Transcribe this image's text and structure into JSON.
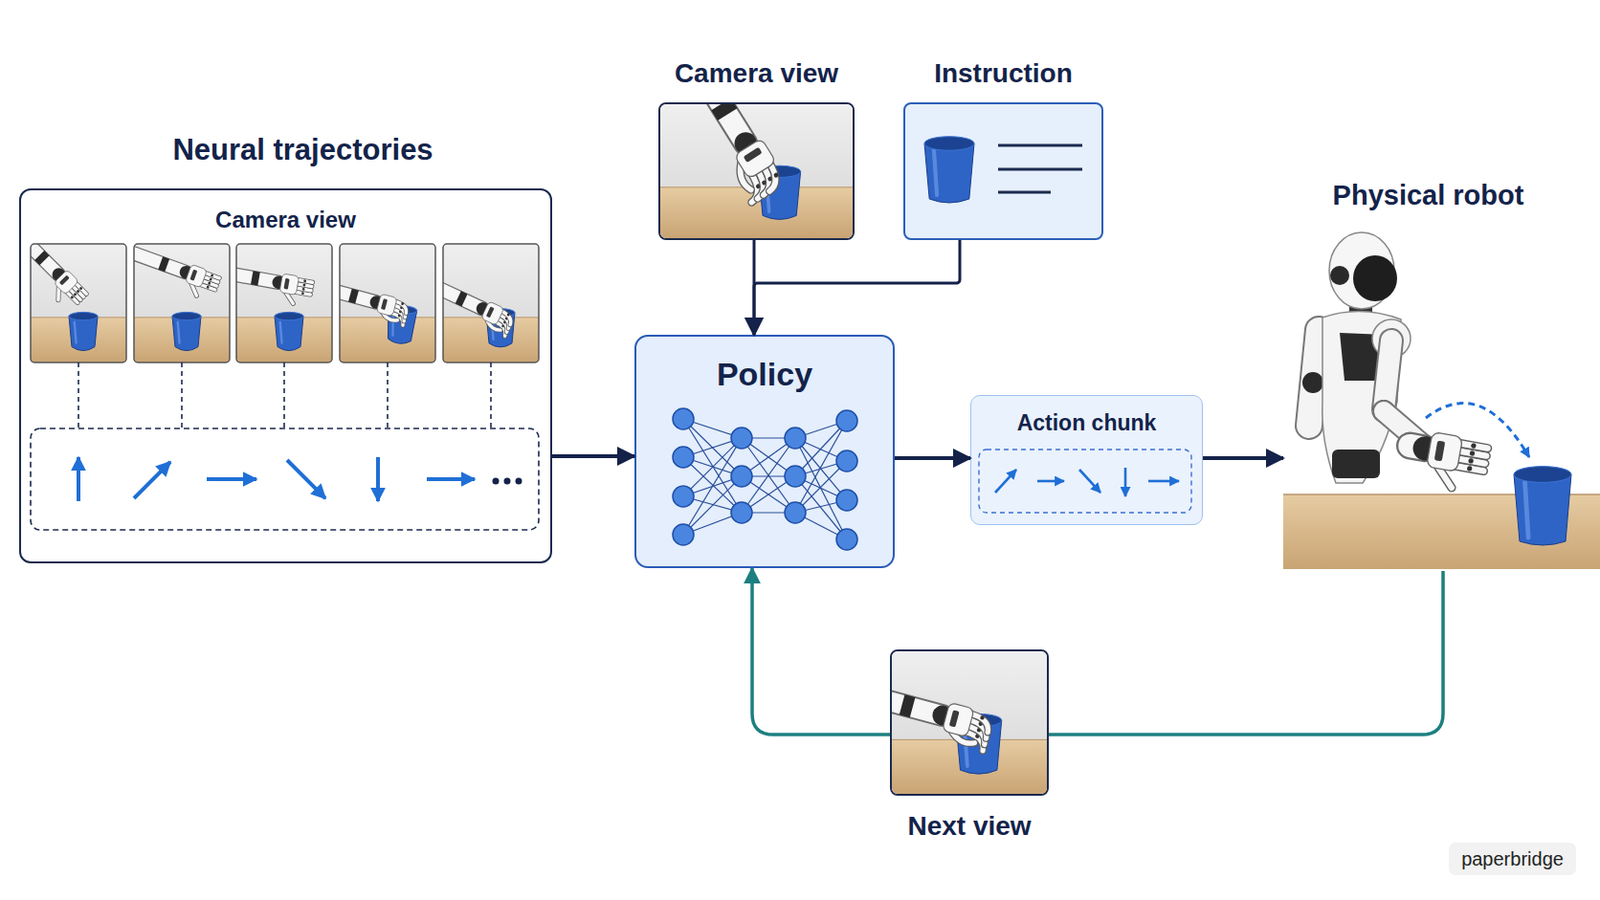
{
  "diagram": {
    "nodes": [
      {
        "text": [
          "Neural trajectories",
          "Camera view"
        ]
      },
      {
        "text": [
          "Camera view"
        ]
      },
      {
        "text": [
          "Instruction"
        ]
      },
      {
        "text": [
          "Policy"
        ]
      },
      {
        "text": [
          "Action chunk"
        ]
      },
      {
        "text": [
          "Physical robot"
        ]
      },
      {
        "text": [
          "Next view"
        ]
      }
    ],
    "edges": [
      {
        "from": 0,
        "to": 3,
        "arrow": "to"
      },
      {
        "from": 1,
        "to": 3,
        "arrow": "to"
      },
      {
        "from": 2,
        "to": 3,
        "arrow": "to"
      },
      {
        "from": 3,
        "to": 4,
        "arrow": "to"
      },
      {
        "from": 4,
        "to": 5,
        "arrow": "to"
      },
      {
        "from": 5,
        "to": 6,
        "arrow": "none"
      },
      {
        "from": 6,
        "to": 3,
        "arrow": "to"
      }
    ],
    "labels": [
      "paperbridge"
    ]
  }
}
